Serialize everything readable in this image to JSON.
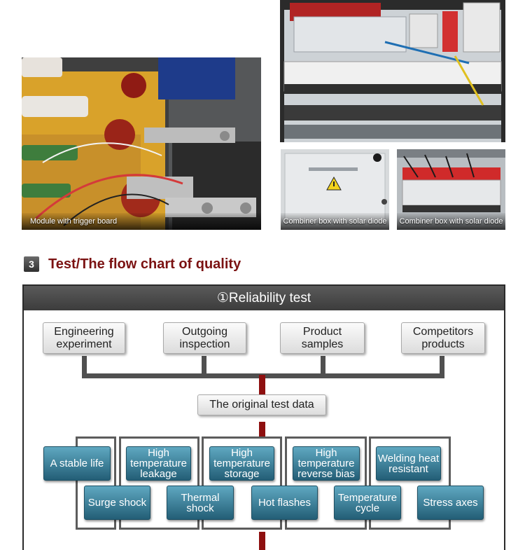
{
  "photos": {
    "trigger_board": {
      "caption": "Module with trigger board"
    },
    "combiner_1": {
      "caption": "Combiner box with solar diode"
    },
    "combiner_2": {
      "caption": "Combiner box with solar diode"
    }
  },
  "section": {
    "number": "3",
    "title": "Test/The flow chart of quality"
  },
  "flowchart": {
    "header": "①Reliability test",
    "sources": [
      "Engineering experiment",
      "Outgoing inspection",
      "Product samples",
      "Competitors products"
    ],
    "center": "The original test data",
    "tests_top": [
      "A stable life",
      "High temperature leakage",
      "High temperature storage",
      "High temperature reverse bias",
      "Welding heat resistant"
    ],
    "tests_bottom": [
      "Surge shock",
      "Thermal shock",
      "Hot flashes",
      "Temperature cycle",
      "Stress axes"
    ]
  },
  "colors": {
    "title_red": "#7b1212",
    "connector_red": "#8e1010",
    "test_box_blue": "#3a7f9a",
    "header_gray": "#4a4a4a"
  }
}
